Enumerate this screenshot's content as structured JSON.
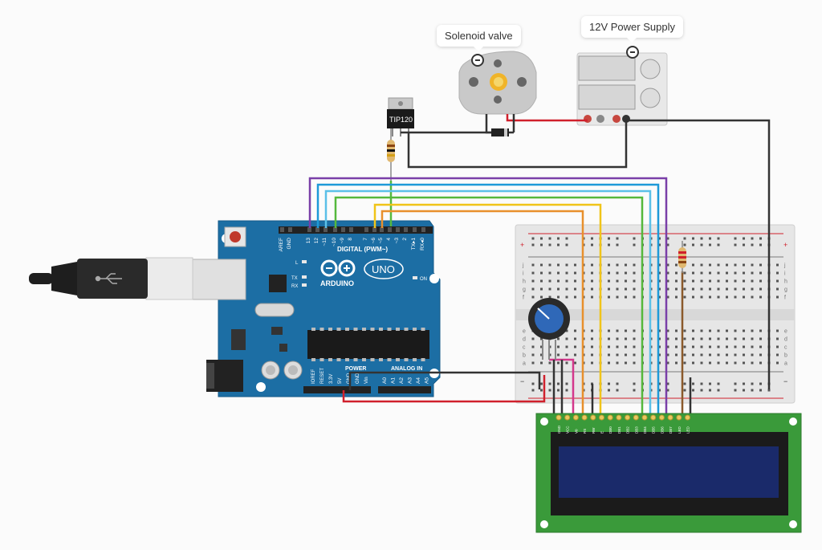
{
  "callouts": {
    "solenoid": "Solenoid valve",
    "power_supply": "12V Power Supply"
  },
  "components": {
    "transistor_label": "TIP120",
    "arduino_brand": "ARDUINO",
    "arduino_model": "UNO",
    "digital_header": "DIGITAL (PWM~)",
    "analog_header": "ANALOG IN",
    "power_header": "POWER",
    "on_led": "ON",
    "l_led": "L",
    "tx_led": "TX",
    "rx_led": "RX",
    "digital_pins": [
      "AREF",
      "GND",
      "13",
      "12",
      "~11",
      "~10",
      "~9",
      "8",
      "7",
      "~6",
      "~5",
      "4",
      "~3",
      "2",
      "TX▸1",
      "RX◂0"
    ],
    "power_pins": [
      "IOREF",
      "RESET",
      "3.3V",
      "5V",
      "GND",
      "GND",
      "Vin"
    ],
    "analog_pins": [
      "A0",
      "A1",
      "A2",
      "A3",
      "A4",
      "A5"
    ],
    "breadboard_rows": [
      "j",
      "i",
      "h",
      "g",
      "f",
      "e",
      "d",
      "c",
      "b",
      "a"
    ],
    "lcd_pins": [
      "GND",
      "VCC",
      "V0",
      "RS",
      "RW",
      "E",
      "DB0",
      "DB1",
      "DB2",
      "DB3",
      "DB4",
      "DB5",
      "DB6",
      "DB7",
      "LED",
      "LED"
    ]
  },
  "colors": {
    "arduino_blue": "#1c6ea4",
    "wire_red": "#d0202c",
    "wire_black": "#333333",
    "wire_purple": "#7a3fa8",
    "wire_blue": "#1e9ad8",
    "wire_lightblue": "#5bc0e8",
    "wire_green": "#55b83c",
    "wire_yellow": "#f0c419",
    "wire_orange": "#e8902c",
    "wire_brown": "#8b5a2b",
    "wire_pink": "#d4388c",
    "lcd_pcb": "#3a9a3a",
    "lcd_screen": "#1a2a6a"
  }
}
